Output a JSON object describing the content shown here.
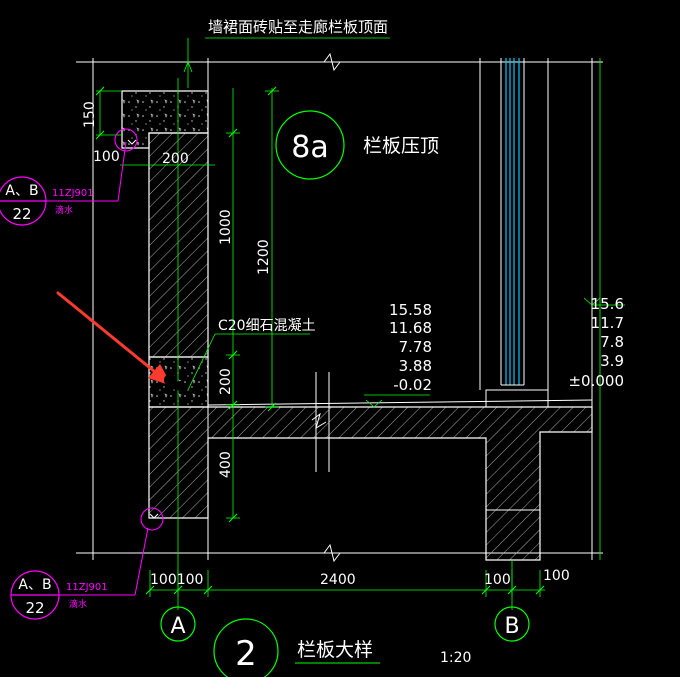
{
  "colors": {
    "background": "#000000",
    "line": "#ffffff",
    "dim": "#00ff00",
    "callout": "#ff00ff",
    "hatch": "#bfbfbf",
    "annotation": "#ff6a4d",
    "glass": "#00c8ff",
    "arrow": "#ff3b30"
  },
  "drawing": {
    "top_note": "墙裙面砖贴至走廊栏板顶面",
    "detail_8a": {
      "number": "8a",
      "label": "栏板压顶"
    },
    "concrete_note": "C20细石混凝土",
    "title": {
      "number": "2",
      "label": "栏板大样",
      "scale": "1:20"
    },
    "axes": {
      "left": "A",
      "right": "B"
    },
    "dims_vertical": {
      "cap": "150",
      "h1000": "1000",
      "h1200": "1200",
      "h200": "200",
      "h400": "400"
    },
    "dims_horizontal": {
      "d100_top": "100",
      "d200_top": "200",
      "bottom_left": "100100",
      "bottom_mid": "2400",
      "bottom_b": "100",
      "bottom_right": "100"
    },
    "elevations_left": [
      "15.58",
      "11.68",
      "7.78",
      "3.88",
      "-0.02"
    ],
    "elevations_right": [
      "15.6",
      "11.7",
      "7.8",
      "3.9",
      "±0.000"
    ],
    "callout_top": {
      "ab": "A、B",
      "num": "22",
      "ref": "11ZJ901",
      "sub": "滴水"
    },
    "callout_bottom": {
      "ab": "A、B",
      "num": "22",
      "ref": "11ZJ901",
      "sub": "滴水"
    }
  }
}
